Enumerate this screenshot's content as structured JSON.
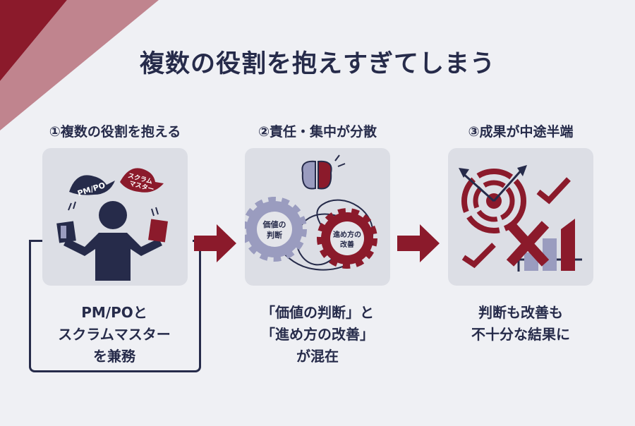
{
  "title": "複数の役割を抱えすぎてしまう",
  "steps": [
    {
      "heading": "①複数の役割を抱える",
      "caption": [
        "PM/POと",
        "スクラムマスター",
        "を兼務"
      ],
      "icon": "juggling-roles-icon",
      "hat_labels": [
        "PM/PO",
        "スクラム",
        "マスター"
      ]
    },
    {
      "heading": "②責任・集中が分散",
      "caption": [
        "「価値の判断」と",
        "「進め方の改善」",
        "が混在"
      ],
      "icon": "brain-gears-icon",
      "gear_labels": [
        "価値の",
        "判断",
        "進め方の",
        "改善"
      ]
    },
    {
      "heading": "③成果が中途半端",
      "caption": [
        "判断も改善も",
        "不十分な結果に"
      ],
      "icon": "missed-target-icon"
    }
  ],
  "colors": {
    "navy": "#262b4a",
    "red": "#8b1a2b",
    "lavender": "#9a9cbf",
    "panel": "#dcdee5"
  }
}
